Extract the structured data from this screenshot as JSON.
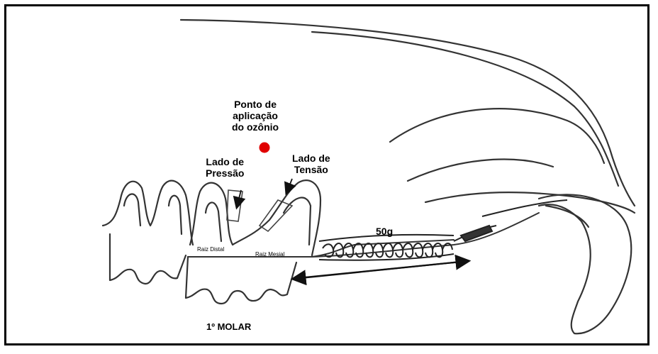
{
  "labels": {
    "ozone_point": [
      "Ponto de",
      "aplicação",
      "do ozônio"
    ],
    "pressure_side": [
      "Lado de",
      "Pressão"
    ],
    "tension_side": [
      "Lado de",
      "Tensão"
    ],
    "force": "50g",
    "distal_root": "Raiz Distal",
    "mesial_root": "Raiz Mesial",
    "first_molar": "1º MOLAR"
  },
  "colors": {
    "ozone_marker": "#e00000",
    "line": "#222222",
    "border": "#000000"
  },
  "icons": {
    "ozone_marker": "red-dot",
    "spring": "coil-spring"
  }
}
